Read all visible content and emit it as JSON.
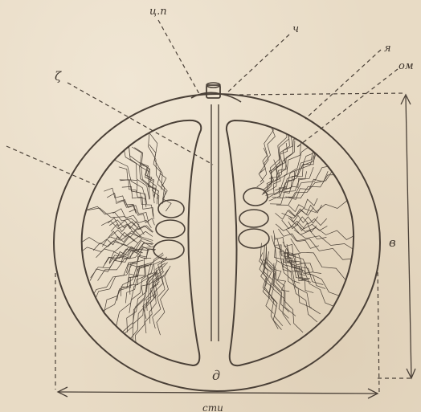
{
  "labels": {
    "top_stem": "ц.п",
    "top_right": "ч",
    "right_upper_a": "я",
    "right_upper_b": "ом",
    "left_upper": "ζ",
    "height": "в",
    "width": "д",
    "bottom_partial": "сти"
  },
  "colors": {
    "paper": "#e8dbc5",
    "ink": "#4a4037"
  }
}
